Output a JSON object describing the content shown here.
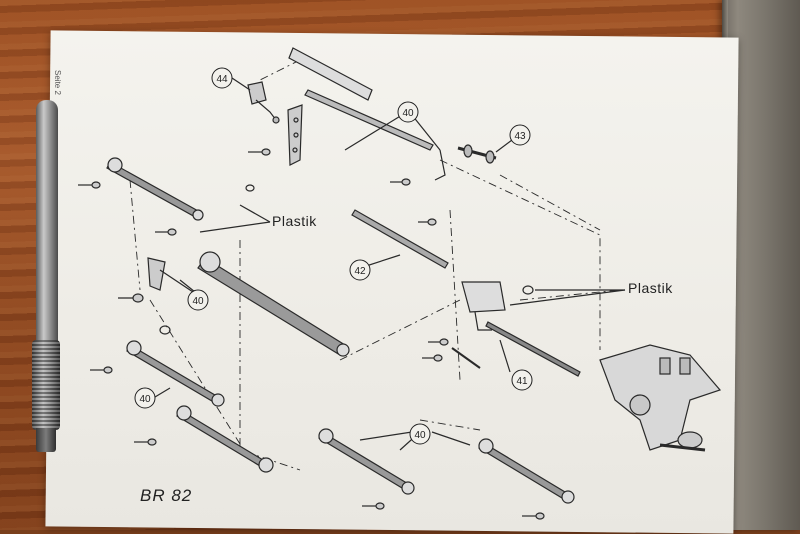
{
  "drawing": {
    "page_label": "Seite 2",
    "title": "BR 82",
    "plastik_label_top": "Plastik",
    "plastik_label_right": "Plastik",
    "callouts": {
      "c44": "44",
      "c40_top": "40",
      "c43": "43",
      "c42": "42",
      "c40_left_mid": "40",
      "c41": "41",
      "c40_left_low": "40",
      "c40_bottom": "40"
    }
  },
  "colors": {
    "ink": "#222222",
    "paper": "#f0efe9",
    "wood": "#9a4e22"
  }
}
